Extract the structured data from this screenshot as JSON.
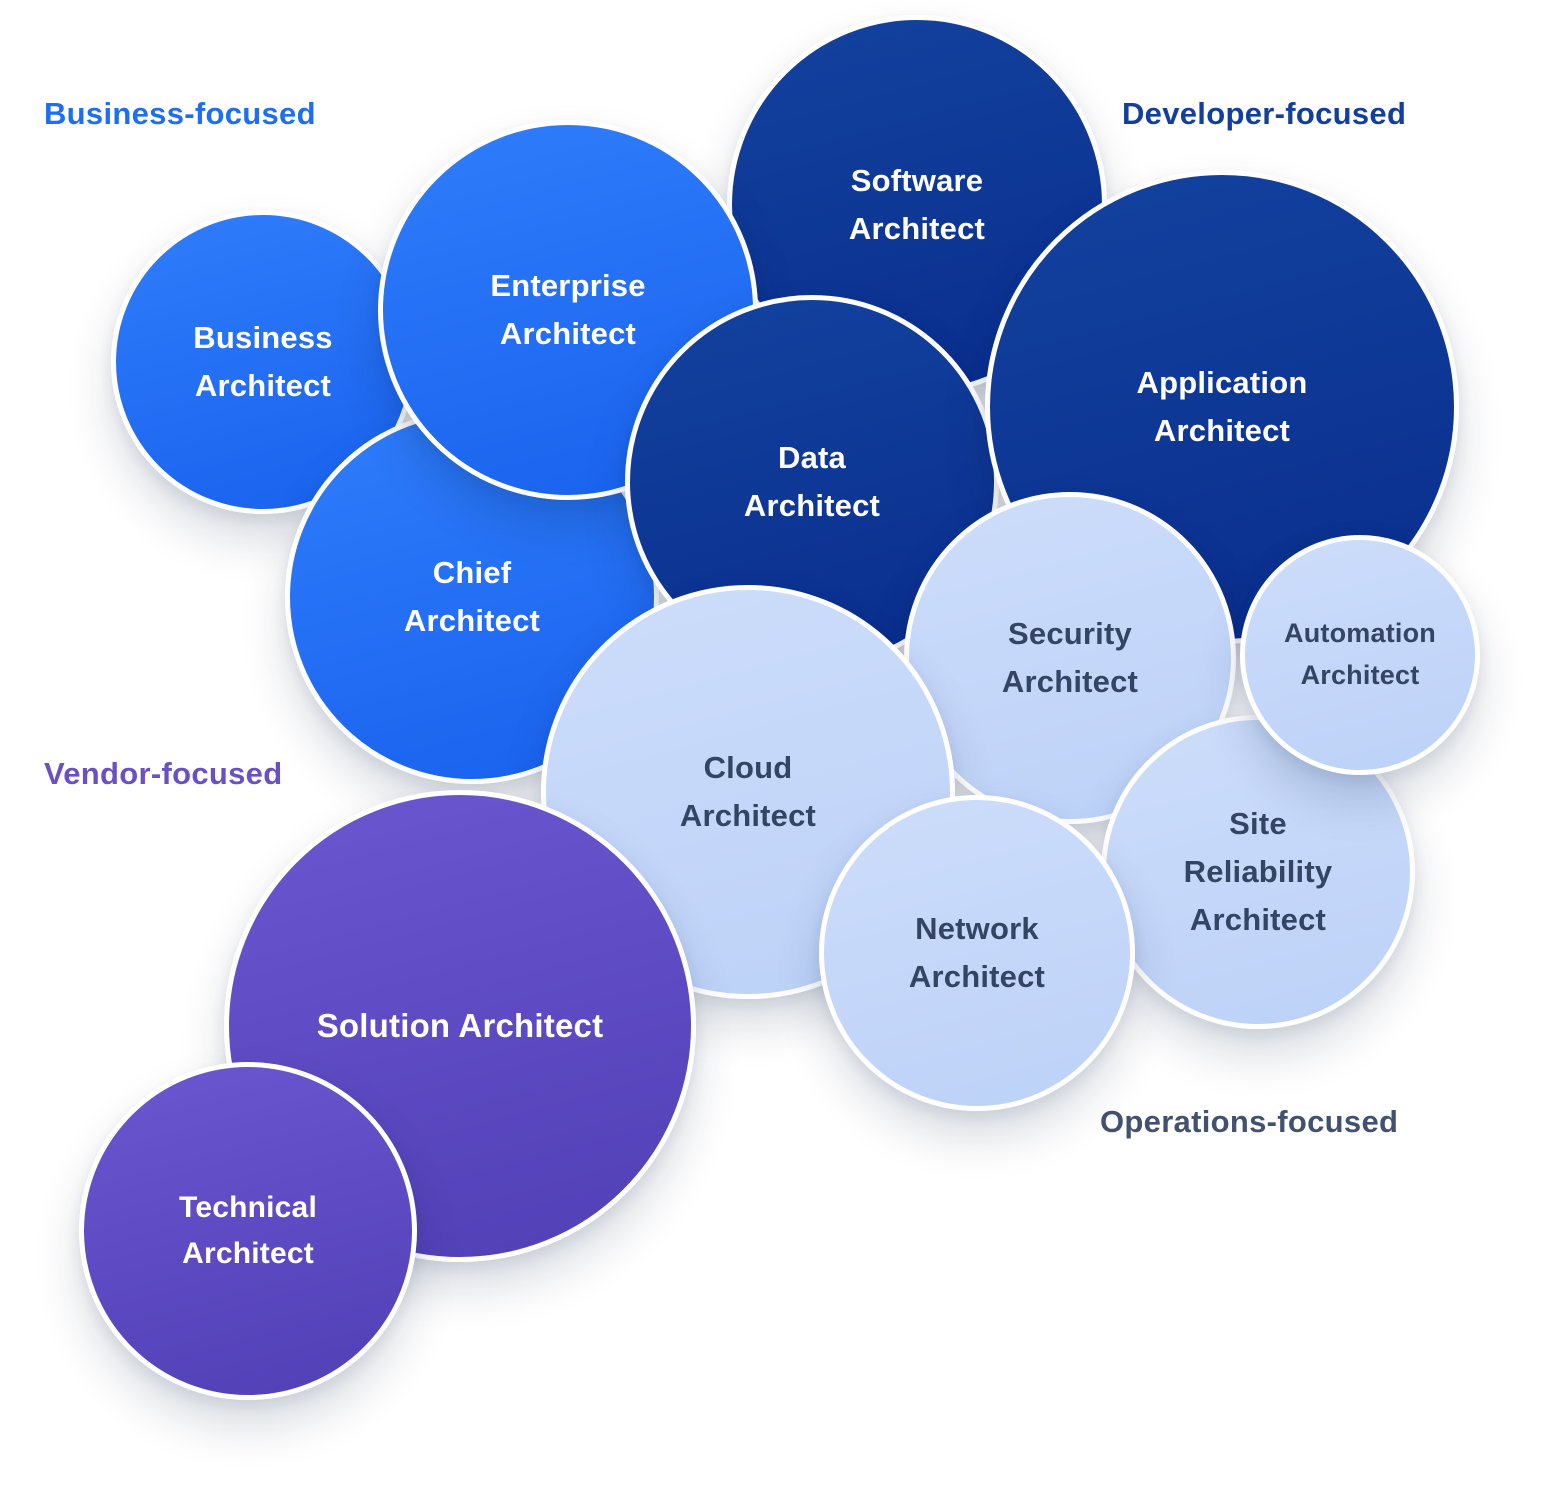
{
  "groups": {
    "business": {
      "label": "Business-focused",
      "color": "#1d6ef2"
    },
    "developer": {
      "label": "Developer-focused",
      "color": "#123f9e"
    },
    "vendor": {
      "label": "Vendor-focused",
      "color": "#6a50c7"
    },
    "operations": {
      "label": "Operations-focused",
      "color": "#42526e"
    }
  },
  "colors": {
    "business_fill": "#1d6ef2",
    "developer_fill": "#0e3a9b",
    "vendor_fill": "#5e4bc4",
    "operations_fill": "#c4d7f8",
    "light_text": "#ffffff",
    "dark_text": "#344563",
    "bubble_border": "#ffffff"
  },
  "bubbles": [
    {
      "label": "Business\nArchitect",
      "group": "business"
    },
    {
      "label": "Software\nArchitect",
      "group": "developer"
    },
    {
      "label": "Chief\nArchitect",
      "group": "business"
    },
    {
      "label": "Enterprise\nArchitect",
      "group": "business"
    },
    {
      "label": "Data\nArchitect",
      "group": "developer"
    },
    {
      "label": "Application\nArchitect",
      "group": "developer"
    },
    {
      "label": "Security\nArchitect",
      "group": "operations"
    },
    {
      "label": "Cloud\nArchitect",
      "group": "operations"
    },
    {
      "label": "Site\nReliability\nArchitect",
      "group": "operations"
    },
    {
      "label": "Automation\nArchitect",
      "group": "operations"
    },
    {
      "label": "Network\nArchitect",
      "group": "operations"
    },
    {
      "label": "Solution Architect",
      "group": "vendor"
    },
    {
      "label": "Technical\nArchitect",
      "group": "vendor"
    }
  ]
}
